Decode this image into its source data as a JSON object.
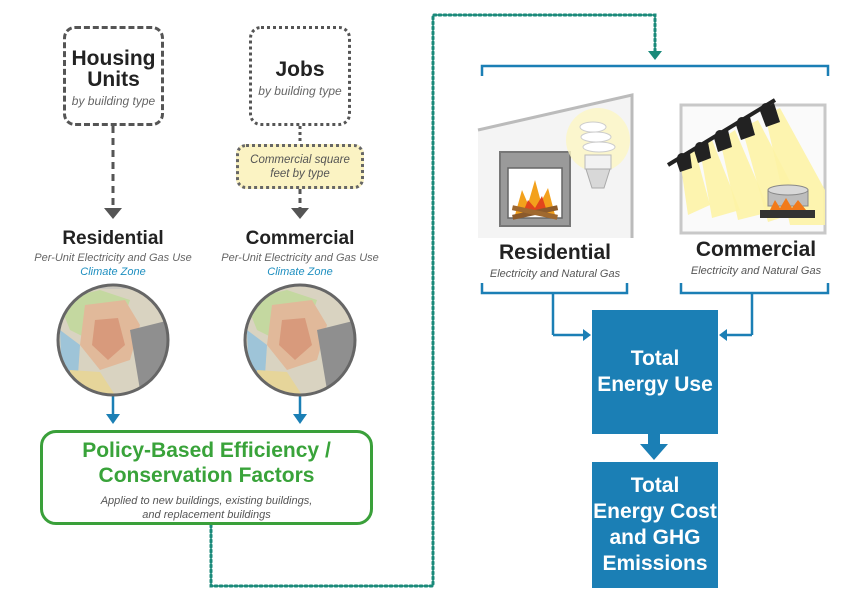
{
  "housing": {
    "title": "Housing Units",
    "subtitle": "by building type"
  },
  "jobs": {
    "title": "Jobs",
    "subtitle": "by building type"
  },
  "commercial_sqft": {
    "label": "Commercial square feet by type"
  },
  "residential_left": {
    "title": "Residential",
    "subtitle": "Per-Unit Electricity and Gas Use",
    "zone": "Climate Zone"
  },
  "commercial_left": {
    "title": "Commercial",
    "subtitle": "Per-Unit Electricity and Gas Use",
    "zone": "Climate Zone"
  },
  "policy": {
    "title_line1": "Policy-Based Efficiency /",
    "title_line2": "Conservation Factors",
    "subtitle_line1": "Applied to new buildings, existing buildings,",
    "subtitle_line2": "and replacement buildings"
  },
  "residential_right": {
    "title": "Residential",
    "subtitle": "Electricity and Natural Gas"
  },
  "commercial_right": {
    "title": "Commercial",
    "subtitle": "Electricity and Natural Gas"
  },
  "total_energy_use": {
    "line1": "Total",
    "line2": "Energy Use"
  },
  "total_cost": {
    "line1": "Total",
    "line2": "Energy Cost",
    "line3": "and GHG",
    "line4": "Emissions"
  },
  "colors": {
    "blue": "#1b7fb5",
    "green": "#39a33a",
    "teal_dotted": "#1a8a7a",
    "yellow_fill": "#fbf3c3",
    "gray_dash": "#555555"
  }
}
